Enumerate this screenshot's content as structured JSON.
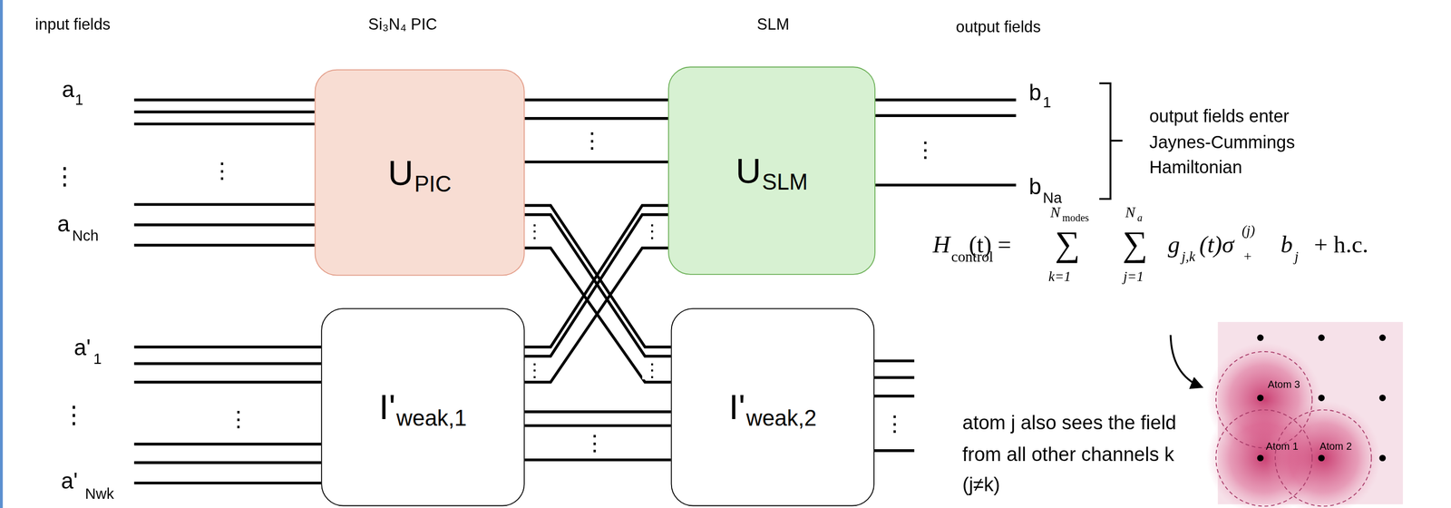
{
  "diagram": {
    "nodes": [
      {
        "text": [
          "U",
          "PIC"
        ]
      },
      {
        "text": [
          "U",
          "SLM"
        ]
      },
      {
        "text": [
          "I'",
          "weak,1"
        ]
      },
      {
        "text": [
          "I'",
          "weak,2"
        ]
      }
    ],
    "edges": [
      {
        "from": 0,
        "to": 1,
        "arrow": "none"
      },
      {
        "from": 0,
        "to": 3,
        "arrow": "none"
      },
      {
        "from": 2,
        "to": 1,
        "arrow": "none"
      },
      {
        "from": 2,
        "to": 3,
        "arrow": "none"
      }
    ],
    "labels": [
      "input fields",
      "Si₃N₄ PIC",
      "SLM",
      "output fields",
      "a",
      "1",
      "⋮",
      "a",
      "Nch",
      "a'",
      "1",
      "⋮",
      "a'",
      "Nwk",
      "⋮",
      "⋮",
      "⋮",
      "⋮",
      "⋮",
      "⋮",
      "⋮",
      "⋮",
      "⋮",
      "⋮",
      "b",
      "1",
      "b",
      "Na",
      "output fields enter Jaynes-Cummings Hamiltonian",
      "H",
      "control",
      "(t) =",
      "∑",
      "N",
      "modes",
      "k=1",
      "∑",
      "N",
      "a",
      "j=1",
      "g",
      "j,k",
      "(t)σ",
      "+",
      "(j)",
      "b",
      "j",
      "+ h.c.",
      "atom j also sees the field from all other channels k  (j≠k)",
      "Atom 3",
      "Atom 1",
      "Atom 2"
    ]
  }
}
